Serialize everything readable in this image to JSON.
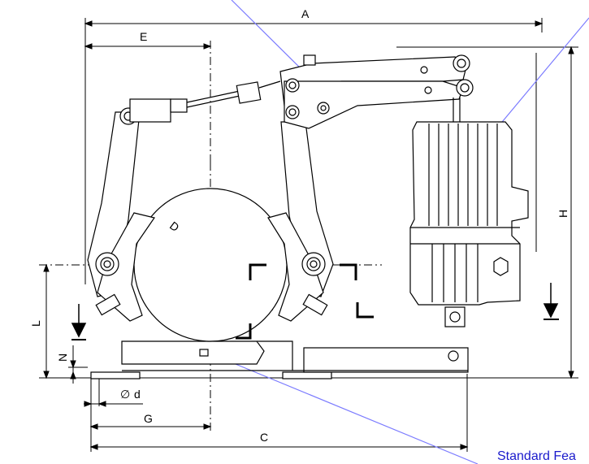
{
  "dimensions": {
    "a": "A",
    "e": "E",
    "d_upper": "D",
    "h": "H",
    "l": "L",
    "n": "N",
    "diam_prefix": "∅",
    "d_lower": "d",
    "g": "G",
    "c": "C"
  },
  "callout": {
    "label": "Standard Fea"
  },
  "colors": {
    "line": "#000000",
    "leader": "#7b7bff",
    "marker": "#1f1fd6",
    "callout_text": "#1a1acc"
  }
}
